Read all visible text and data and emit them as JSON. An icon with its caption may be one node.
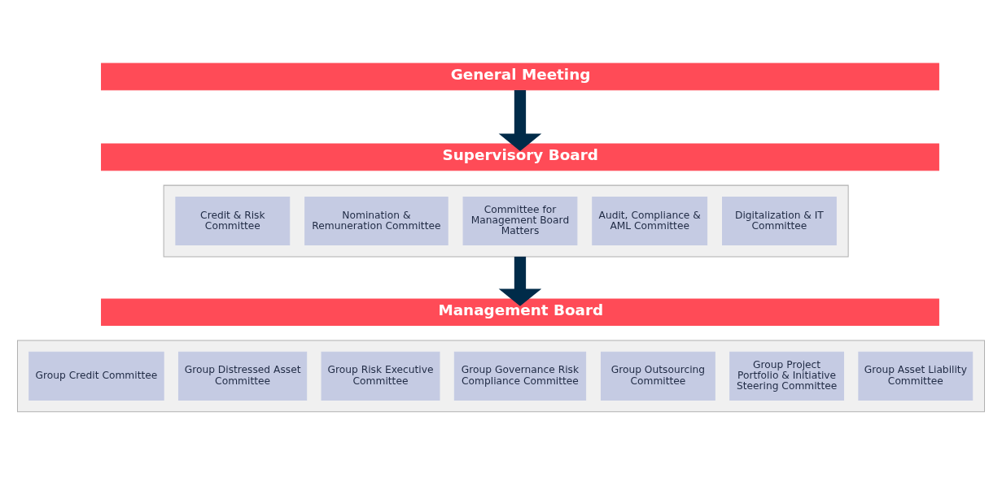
{
  "diagram": {
    "nodes": [
      {
        "text": [
          "General Meeting"
        ]
      },
      {
        "text": [
          "Supervisory Board"
        ]
      },
      {
        "text": [],
        "shape": "box"
      },
      {
        "text": [
          "Credit & Risk Committee"
        ],
        "in": 2
      },
      {
        "text": [
          "Nomination & Remuneration Committee"
        ],
        "in": 2
      },
      {
        "text": [
          "Committee for Management Board Matters"
        ],
        "in": 2
      },
      {
        "text": [
          "Audit, Compliance & AML Committee"
        ],
        "in": 2
      },
      {
        "text": [
          "Digitalization & IT Committee"
        ],
        "in": 2
      },
      {
        "text": [
          "Management Board"
        ]
      },
      {
        "text": [],
        "shape": "box"
      },
      {
        "text": [
          "Group Credit Committee"
        ],
        "in": 9
      },
      {
        "text": [
          "Group Distressed Asset Committee"
        ],
        "in": 9
      },
      {
        "text": [
          "Group Risk Executive Committee"
        ],
        "in": 9
      },
      {
        "text": [
          "Group Governance Risk Compliance Committee"
        ],
        "in": 9
      },
      {
        "text": [
          "Group Outsourcing Committee"
        ],
        "in": 9
      },
      {
        "text": [
          "Group Project Portfolio & Initiative Steering Committee"
        ],
        "in": 9
      },
      {
        "text": [
          "Group Asset Liability Committee"
        ],
        "in": 9
      }
    ],
    "edges": [
      {
        "from": 0,
        "to": 1,
        "arrow": "to"
      },
      {
        "from": 2,
        "to": 8,
        "arrow": "to"
      }
    ]
  }
}
